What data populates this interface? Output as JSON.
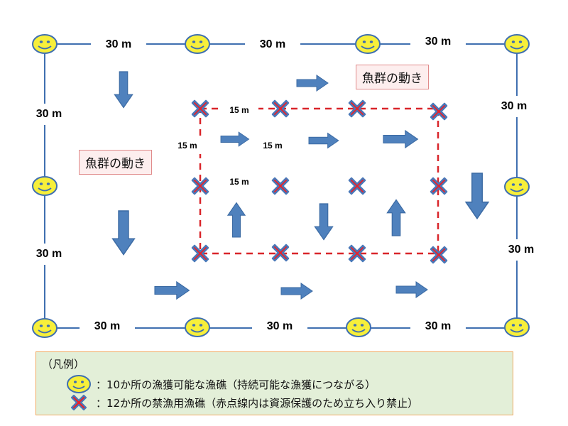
{
  "diagram": {
    "distance_outer": "30 m",
    "distance_inner": "15 m",
    "fish_movement_label": "魚群の動き",
    "colors": {
      "smiley_fill": "#f7ef3a",
      "smiley_stroke": "#3f6fb0",
      "line": "#3f6fb0",
      "cross_fill": "#e8222a",
      "cross_stroke": "#4a78b8",
      "dashed_boundary": "#d9252a",
      "arrow_fill": "#4f81bd",
      "legend_bg": "#e3efd8",
      "legend_border": "#f0a860"
    },
    "fishable_reef_count": 10,
    "no_fishing_reef_count": 12
  },
  "legend": {
    "title": "（凡例）",
    "smiley_desc": "：10か所の漁獲可能な漁礁（持続可能な漁獲につながる）",
    "cross_desc": "：12か所の禁漁用漁礁（赤点線内は資源保護のため立ち入り禁止）"
  }
}
